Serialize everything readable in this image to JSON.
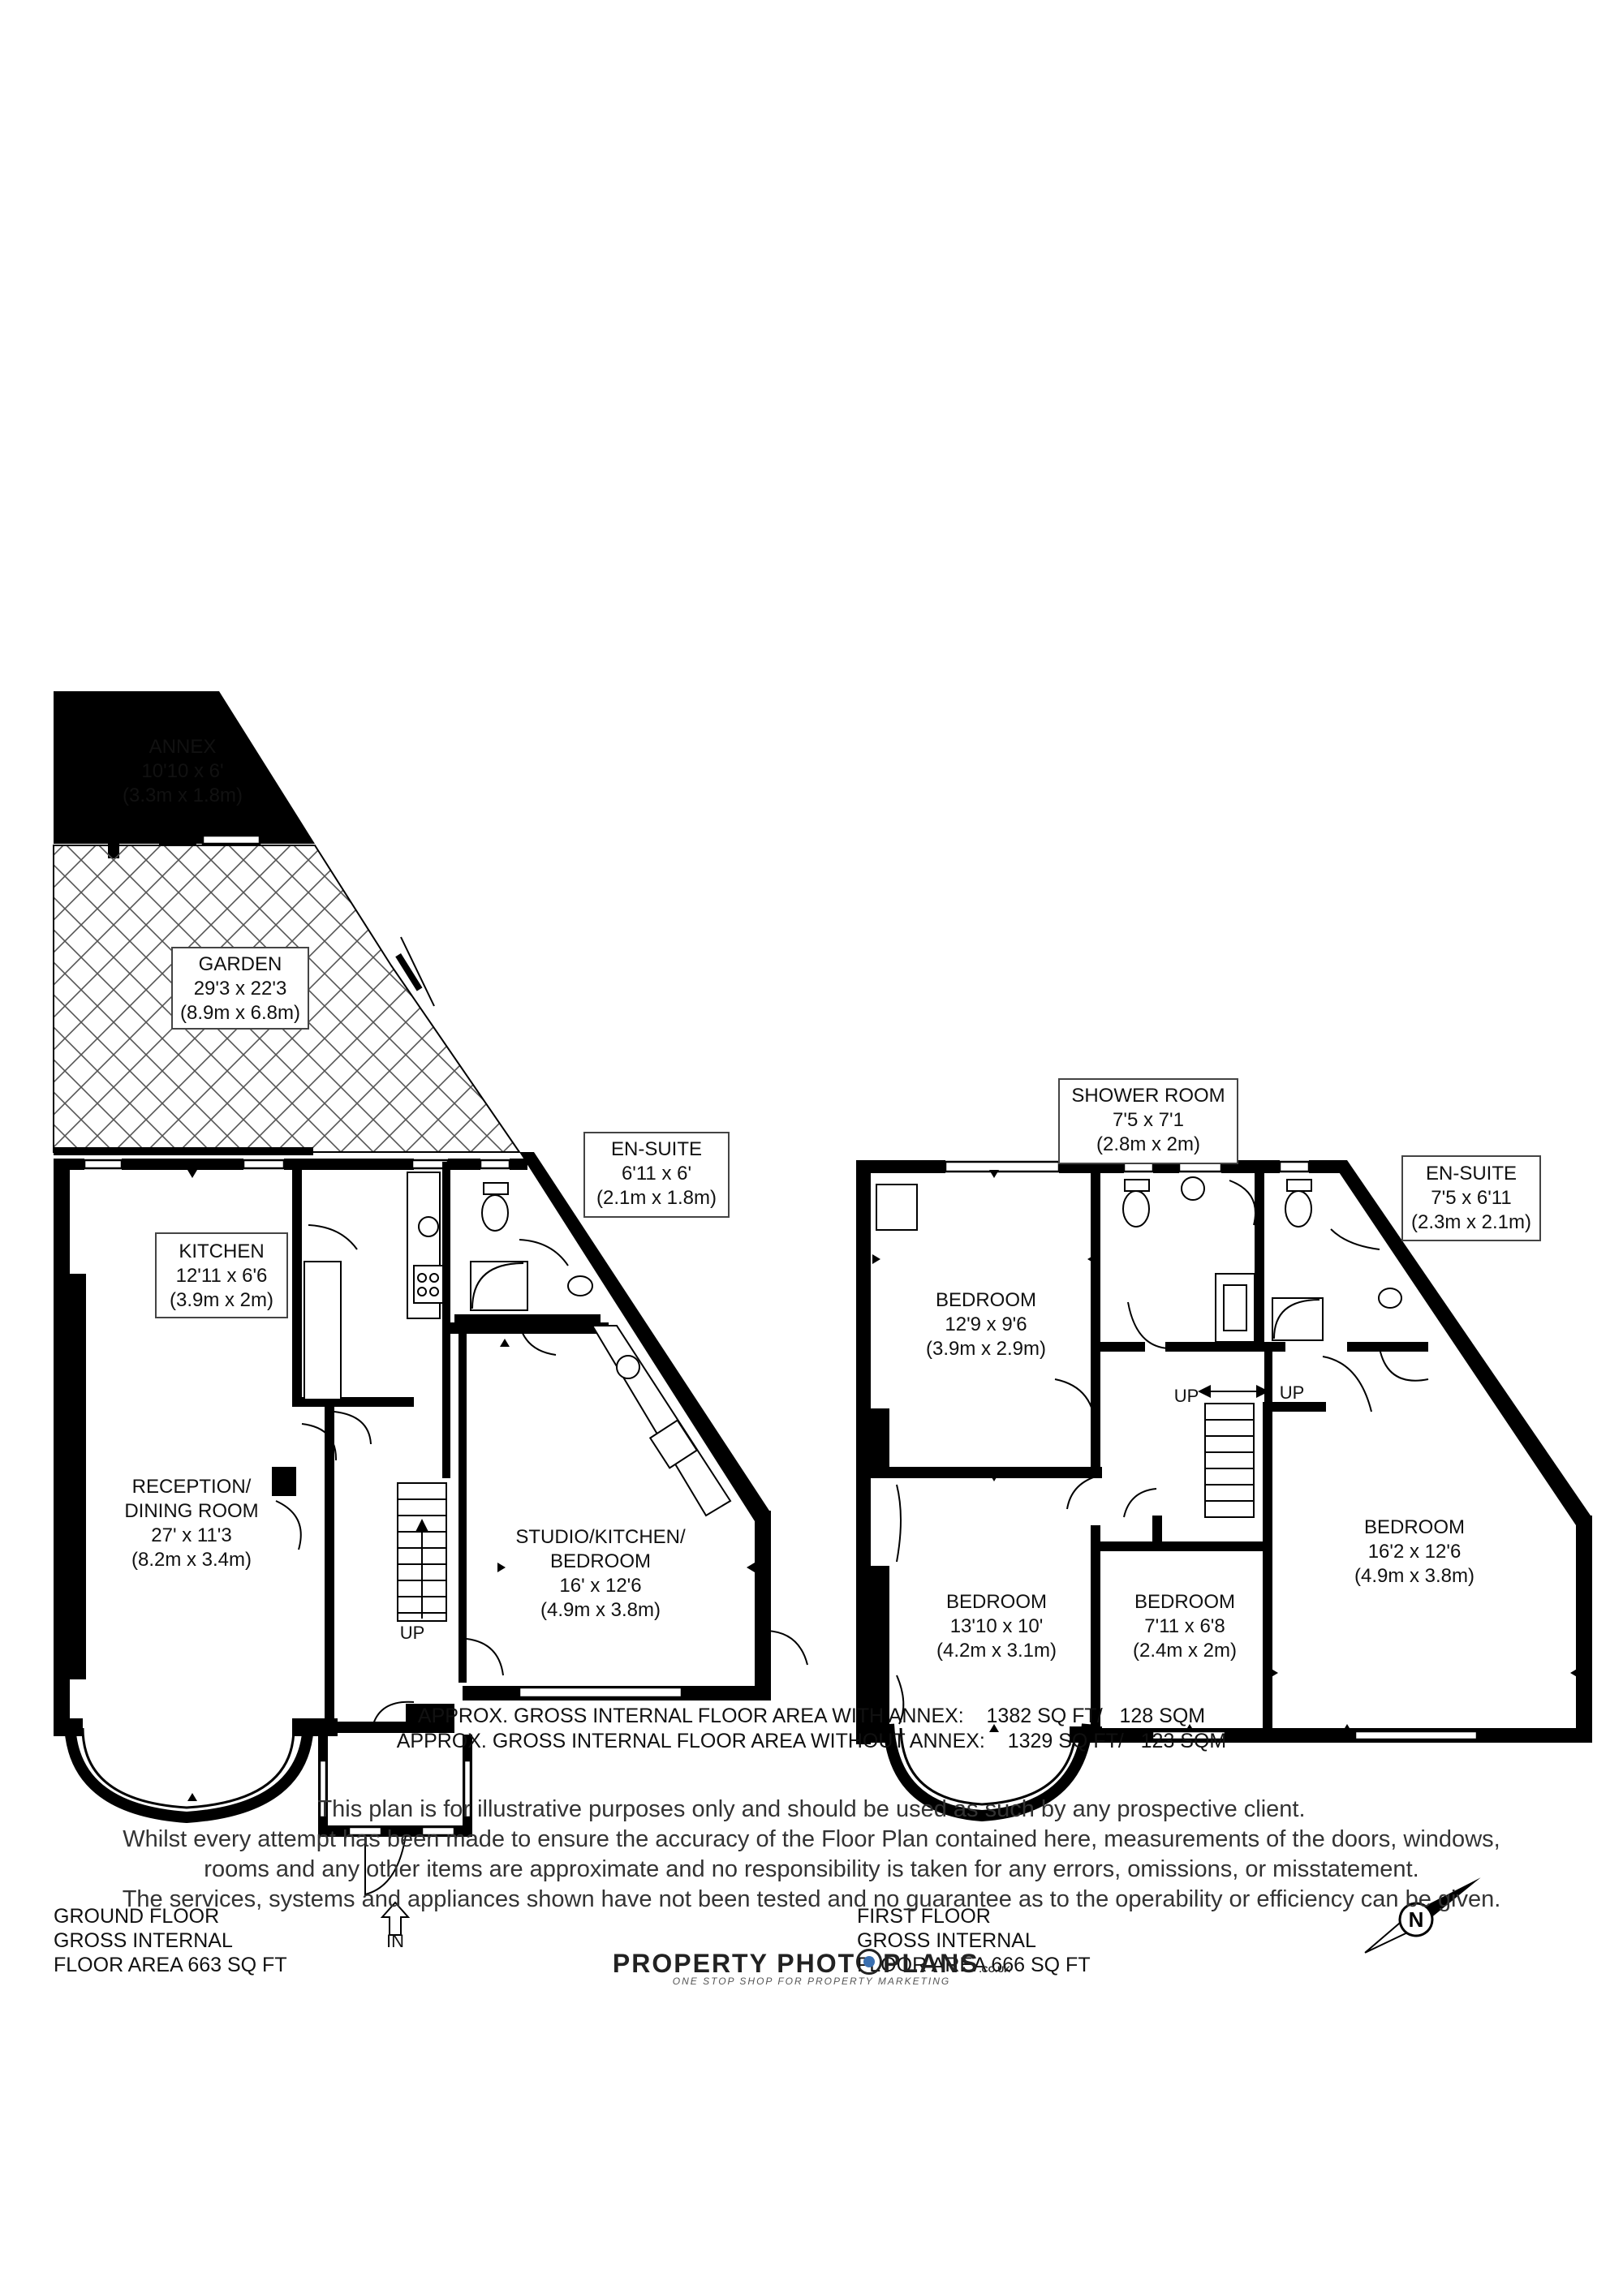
{
  "ground_floor": {
    "rooms": [
      {
        "name": "ANNEX",
        "dims_imperial": "10'10 x 6'",
        "dims_metric": "(3.3m x 1.8m)"
      },
      {
        "name": "GARDEN",
        "dims_imperial": "29'3 x 22'3",
        "dims_metric": "(8.9m x 6.8m)"
      },
      {
        "name": "KITCHEN",
        "dims_imperial": "12'11 x 6'6",
        "dims_metric": "(3.9m x 2m)"
      },
      {
        "name": "EN-SUITE",
        "dims_imperial": "6'11 x 6'",
        "dims_metric": "(2.1m x 1.8m)"
      },
      {
        "name_line1": "RECEPTION/",
        "name_line2": "DINING ROOM",
        "dims_imperial": "27' x 11'3",
        "dims_metric": "(8.2m x 3.4m)"
      },
      {
        "name_line1": "STUDIO/KITCHEN/",
        "name_line2": "BEDROOM",
        "dims_imperial": "16' x 12'6",
        "dims_metric": "(4.9m x 3.8m)"
      }
    ],
    "stair_label": "UP",
    "entrance_label": "IN",
    "caption": [
      "GROUND FLOOR",
      "GROSS INTERNAL",
      "FLOOR AREA 663 SQ FT"
    ]
  },
  "first_floor": {
    "rooms": [
      {
        "name": "SHOWER ROOM",
        "dims_imperial": "7'5 x 7'1",
        "dims_metric": "(2.8m x 2m)"
      },
      {
        "name": "EN-SUITE",
        "dims_imperial": "7'5 x 6'11",
        "dims_metric": "(2.3m x 2.1m)"
      },
      {
        "name": "BEDROOM",
        "dims_imperial": "12'9 x 9'6",
        "dims_metric": "(3.9m x 2.9m)"
      },
      {
        "name": "BEDROOM",
        "dims_imperial": "16'2 x 12'6",
        "dims_metric": "(4.9m x 3.8m)"
      },
      {
        "name": "BEDROOM",
        "dims_imperial": "13'10 x 10'",
        "dims_metric": "(4.2m x 3.1m)"
      },
      {
        "name": "BEDROOM",
        "dims_imperial": "7'11 x 6'8",
        "dims_metric": "(2.4m x 2m)"
      }
    ],
    "stair_labels": [
      "UP",
      "UP"
    ],
    "caption": [
      "FIRST FLOOR",
      "GROSS INTERNAL",
      "FLOOR AREA 666 SQ FT"
    ]
  },
  "compass": {
    "letter": "N",
    "icon": "compass-north-icon"
  },
  "summary": {
    "with_annex_label": "APPROX. GROSS INTERNAL FLOOR AREA WITH ANNEX:",
    "with_annex_value": "1382 SQ FT/   128 SQM",
    "without_annex_label": "APPROX. GROSS INTERNAL FLOOR AREA WITHOUT ANNEX:",
    "without_annex_value": "1329 SQ FT/   123 SQM"
  },
  "disclaimer": [
    "This plan is for illustrative purposes only and should be used as such by any prospective client.",
    "Whilst every attempt has been made to ensure the accuracy of the Floor Plan contained here, measurements of the doors, windows,",
    "rooms and any other items are approximate and no responsibility is taken for any errors, omissions, or misstatement.",
    "The services, systems and appliances shown have not been tested and no guarantee as to the operability or efficiency can be given."
  ],
  "brand": {
    "name_part1": "PROPERTY PHOT",
    "name_part2": "PLANS",
    "suffix": ".CO.UK",
    "tagline": "ONE STOP SHOP FOR PROPERTY MARKETING"
  },
  "colors": {
    "walls": "#000000",
    "hatch": "#555555",
    "logo_accent": "#3a6fb0"
  }
}
